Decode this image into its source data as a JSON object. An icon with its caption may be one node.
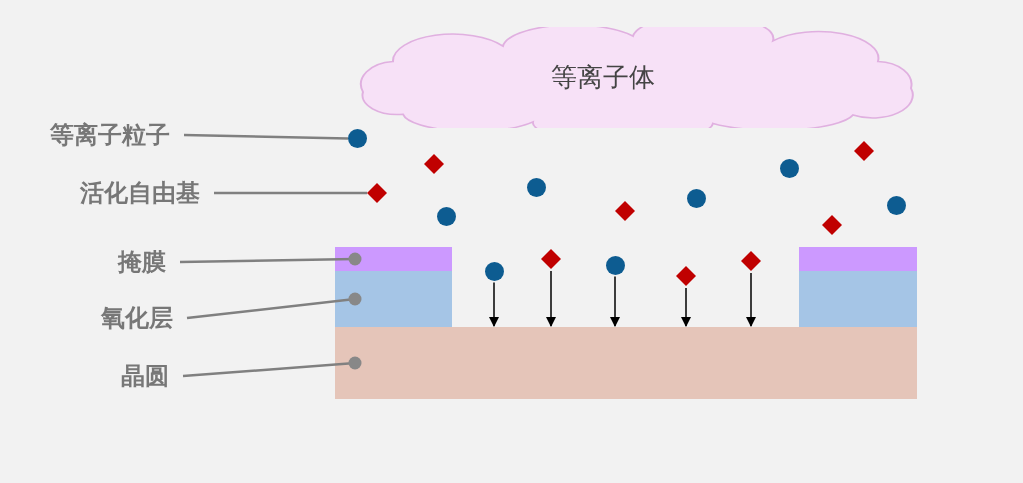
{
  "diagram": {
    "nodes": [
      {
        "text": [
          "等离子体"
        ]
      },
      {
        "text": [
          "等离子粒子"
        ]
      },
      {
        "text": [],
        "shape": "circle"
      },
      {
        "text": [
          "活化自由基"
        ]
      },
      {
        "text": [],
        "shape": "diamond"
      },
      {
        "text": [
          "掩膜"
        ]
      },
      {
        "text": [],
        "shape": "bar"
      },
      {
        "text": [
          "氧化层"
        ]
      },
      {
        "text": [],
        "shape": "bar"
      },
      {
        "text": [
          "晶圆"
        ]
      },
      {
        "text": [],
        "shape": "bar"
      },
      {
        "text": [],
        "shape": "bar"
      },
      {
        "text": [],
        "shape": "bar"
      },
      {
        "text": [],
        "shape": "circle"
      },
      {
        "text": [],
        "shape": "circle"
      },
      {
        "text": [],
        "shape": "circle"
      },
      {
        "text": [],
        "shape": "circle"
      },
      {
        "text": [],
        "shape": "circle"
      },
      {
        "text": [],
        "shape": "circle"
      },
      {
        "text": [],
        "shape": "circle"
      },
      {
        "text": [],
        "shape": "diamond"
      },
      {
        "text": [],
        "shape": "diamond"
      },
      {
        "text": [],
        "shape": "diamond"
      },
      {
        "text": [],
        "shape": "diamond"
      },
      {
        "text": [],
        "shape": "diamond"
      },
      {
        "text": [],
        "shape": "diamond"
      },
      {
        "text": [],
        "shape": "diamond"
      }
    ],
    "edges": [
      {
        "from": 1,
        "to": 2,
        "arrow": "none"
      },
      {
        "from": 3,
        "to": 4,
        "arrow": "none"
      },
      {
        "from": 5,
        "to": 6,
        "arrow": "none"
      },
      {
        "from": 7,
        "to": 8,
        "arrow": "none"
      },
      {
        "from": 9,
        "to": 10,
        "arrow": "none"
      },
      {
        "from": 18,
        "to": 10,
        "arrow": "to",
        "color": "#000000"
      },
      {
        "from": 24,
        "to": 10,
        "arrow": "to",
        "color": "#000000"
      },
      {
        "from": 19,
        "to": 10,
        "arrow": "to",
        "color": "#000000"
      },
      {
        "from": 25,
        "to": 10,
        "arrow": "to",
        "color": "#000000"
      },
      {
        "from": 26,
        "to": 10,
        "arrow": "to",
        "color": "#000000"
      }
    ]
  }
}
